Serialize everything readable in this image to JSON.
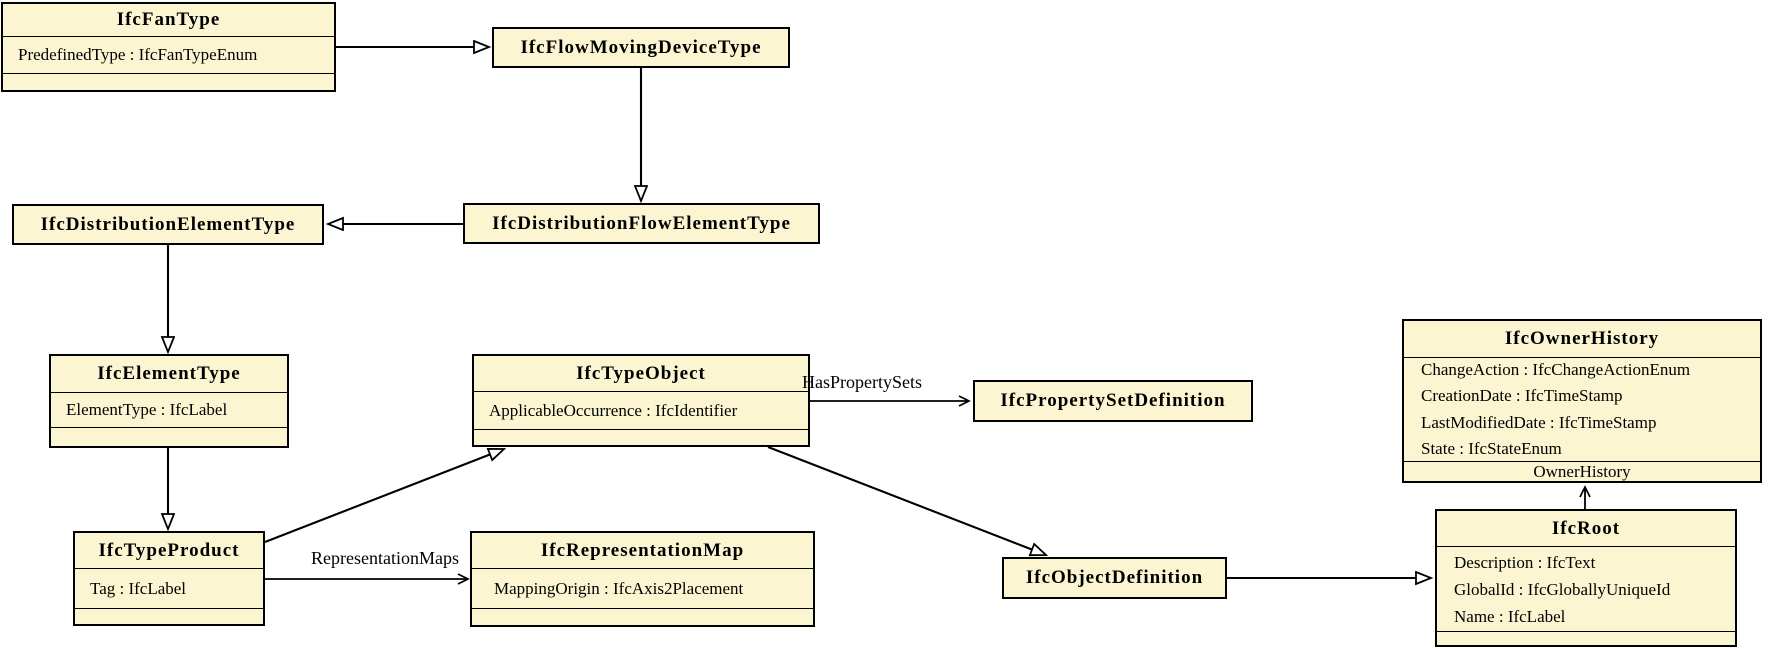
{
  "colors": {
    "class_fill": "#FBF6D1",
    "class_border": "#000000",
    "line_color": "#000000",
    "background": "#FFFFFF"
  },
  "classes": [
    {
      "name": "IfcFanType",
      "attributes": [
        "PredefinedType : IfcFanTypeEnum"
      ]
    },
    {
      "name": "IfcFlowMovingDeviceType",
      "attributes": []
    },
    {
      "name": "IfcDistributionElementType",
      "attributes": []
    },
    {
      "name": "IfcDistributionFlowElementType",
      "attributes": []
    },
    {
      "name": "IfcElementType",
      "attributes": [
        "ElementType : IfcLabel"
      ]
    },
    {
      "name": "IfcTypeObject",
      "attributes": [
        "ApplicableOccurrence : IfcIdentifier"
      ]
    },
    {
      "name": "IfcPropertySetDefinition",
      "attributes": []
    },
    {
      "name": "IfcOwnerHistory",
      "attributes": [
        "ChangeAction : IfcChangeActionEnum",
        "CreationDate : IfcTimeStamp",
        "LastModifiedDate : IfcTimeStamp",
        "State : IfcStateEnum"
      ]
    },
    {
      "name": "IfcTypeProduct",
      "attributes": [
        "Tag : IfcLabel"
      ]
    },
    {
      "name": "IfcRepresentationMap",
      "attributes": [
        "MappingOrigin : IfcAxis2Placement"
      ]
    },
    {
      "name": "IfcObjectDefinition",
      "attributes": []
    },
    {
      "name": "IfcRoot",
      "attributes": [
        "Description : IfcText",
        "GlobalId : IfcGloballyUniqueId",
        "Name : IfcLabel"
      ]
    }
  ],
  "edge_labels": {
    "has_property_sets": "HasPropertySets",
    "representation_maps": "RepresentationMaps",
    "owner_history": "OwnerHistory"
  },
  "relationships": [
    {
      "from": "IfcFanType",
      "to": "IfcFlowMovingDeviceType",
      "type": "generalization"
    },
    {
      "from": "IfcFlowMovingDeviceType",
      "to": "IfcDistributionFlowElementType",
      "type": "generalization"
    },
    {
      "from": "IfcDistributionFlowElementType",
      "to": "IfcDistributionElementType",
      "type": "generalization"
    },
    {
      "from": "IfcDistributionElementType",
      "to": "IfcElementType",
      "type": "generalization"
    },
    {
      "from": "IfcElementType",
      "to": "IfcTypeProduct",
      "type": "generalization"
    },
    {
      "from": "IfcTypeProduct",
      "to": "IfcTypeObject",
      "type": "generalization"
    },
    {
      "from": "IfcTypeObject",
      "to": "IfcPropertySetDefinition",
      "type": "association",
      "label": "HasPropertySets"
    },
    {
      "from": "IfcTypeProduct",
      "to": "IfcRepresentationMap",
      "type": "association",
      "label": "RepresentationMaps"
    },
    {
      "from": "IfcTypeObject",
      "to": "IfcObjectDefinition",
      "type": "generalization"
    },
    {
      "from": "IfcObjectDefinition",
      "to": "IfcRoot",
      "type": "generalization"
    },
    {
      "from": "IfcRoot",
      "to": "IfcOwnerHistory",
      "type": "association",
      "label": "OwnerHistory"
    }
  ]
}
